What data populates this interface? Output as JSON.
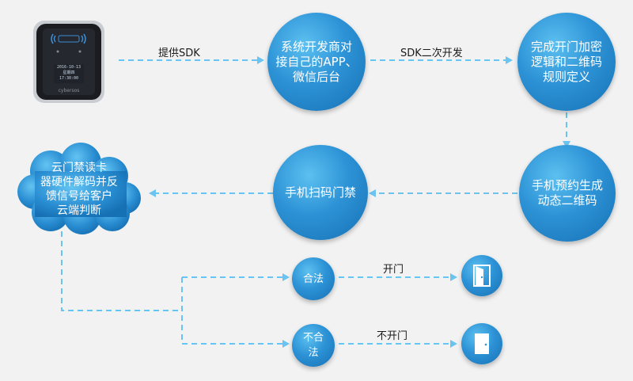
{
  "nodes": {
    "sdk_provider": "系统开发商对\n接自己的APP、\n微信后台",
    "logic": "完成开门加密\n逻辑和二维码\n规则定义",
    "phone_qr": "手机预约生成\n动态二维码",
    "scan": "手机扫码门禁",
    "cloud": "云门禁读卡\n器硬件解码并反\n馈信号给客户\n云端判断",
    "legal": "合法",
    "illegal": "不合法"
  },
  "edges": {
    "provide_sdk": "提供SDK",
    "sdk_dev": "SDK二次开发",
    "open": "开门",
    "no_open": "不开门"
  },
  "device": {
    "date": "2016-10-13",
    "weekday": "星期四",
    "time": "17:30:00",
    "brand": "cybersos"
  },
  "colors": {
    "arrow": "#6ac4ef",
    "circle": "#2d93d6"
  }
}
